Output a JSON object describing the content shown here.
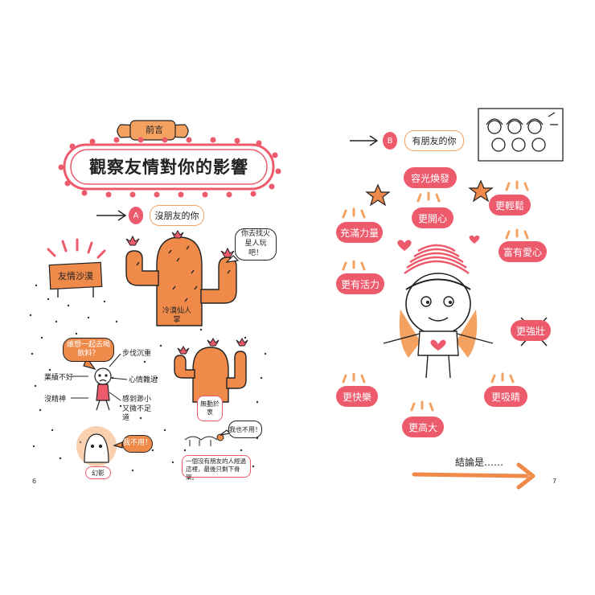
{
  "left_page": {
    "preface_label": "前言",
    "title": "觀察友情對你的影響",
    "section_a": {
      "badge": "A",
      "label": "沒朋友的你"
    },
    "signpost": "友情沙漠",
    "cactus_speech": "你去找火星人玩吧！",
    "cactus_label_1": "冷漠仙人掌",
    "cactus_label_2": "無動於衷",
    "drink_speech": "誰想一起去喝飲料？",
    "notes": [
      "步伐沉重",
      "心情難過",
      "感到渺小又微不足道",
      "業績不好",
      "沒精神"
    ],
    "ghost_speech": "我不用！",
    "ghost_label": "幻影",
    "animal_speech": "我也不用！",
    "caption": "一個沒有朋友的人經過這裡，最後只剩下骨架。",
    "page_number": "6"
  },
  "right_page": {
    "section_b": {
      "badge": "B",
      "label": "有朋友的你"
    },
    "traits": [
      "容光煥發",
      "更輕鬆",
      "更開心",
      "充滿力量",
      "富有愛心",
      "更有活力",
      "更強壯",
      "更快樂",
      "更吸睛",
      "更高大"
    ],
    "conclusion": "結論是……",
    "page_number": "7"
  },
  "colors": {
    "pink": "#ec5a6c",
    "orange": "#f08a4b",
    "light_orange": "#f4a261"
  }
}
